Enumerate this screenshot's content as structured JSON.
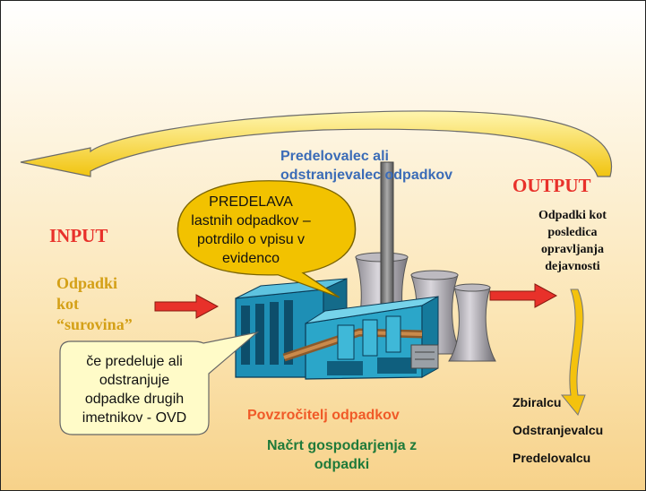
{
  "labels": {
    "processor": [
      "Predelovalec ali",
      "odstranjevalec odpadkov"
    ],
    "input": "INPUT",
    "output": "OUTPUT",
    "input_waste": [
      "Odpadki",
      "kot",
      "“surovina”"
    ],
    "output_waste": [
      "Odpadki kot",
      "posledica",
      "opravljanja",
      "dejavnosti"
    ],
    "producer": "Povzročitelj odpadkov",
    "plan": [
      "Načrt gospodarjenja z",
      "odpadki"
    ],
    "destinations": [
      "Zbiralcu",
      "Odstranjevalcu",
      "Predelovalcu"
    ]
  },
  "bubbles": {
    "recovery": [
      "PREDELAVA",
      "lastnih odpadkov –",
      "potrdilo o vpisu v",
      "evidenco"
    ],
    "other_holders": [
      "če predeluje ali",
      "odstranjuje",
      "odpadke drugih",
      "imetnikov - OVD"
    ]
  },
  "colors": {
    "input": "#e8312a",
    "output": "#e8312a",
    "input_waste": "#d4a017",
    "processor": "#3b6cb7",
    "producer": "#f05a28",
    "plan": "#1f7a3a",
    "arrow": "#e8312a",
    "bubble_yellow": "#f2c200",
    "bubble_cream": "#fffbc8"
  },
  "icons": [
    "arrow-right-icon",
    "curved-arrow-icon",
    "factory-icon"
  ]
}
